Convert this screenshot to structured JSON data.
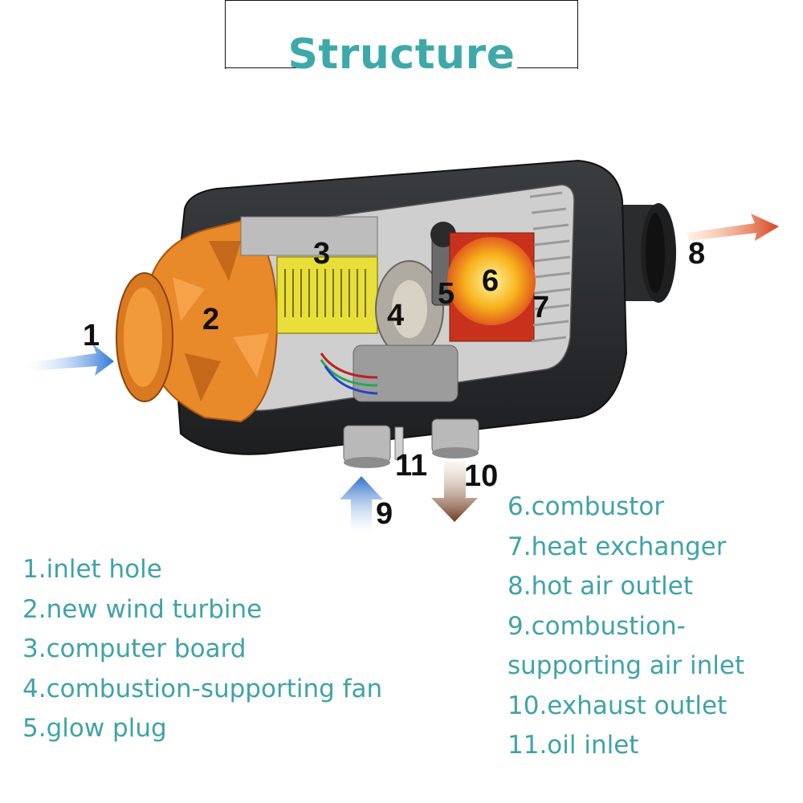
{
  "title": "Structure",
  "callouts": [
    "1",
    "2",
    "3",
    "4",
    "5",
    "6",
    "7",
    "8",
    "9",
    "10",
    "11"
  ],
  "legend_left": [
    "1.inlet hole",
    "2.new wind turbine",
    "3.computer board",
    "4.combustion-supporting fan",
    "5.glow plug"
  ],
  "legend_right": [
    "6.combustor",
    "7.heat exchanger",
    "8.hot air outlet",
    "9.combustion-",
    "supporting air inlet",
    "10.exhaust outlet",
    "11.oil inlet"
  ],
  "colors": {
    "title": "#3fa9a9",
    "legend_text": "#3fa3a8",
    "housing": "#2b2d2f",
    "turbine": "#e8892a",
    "board": "#e9df3a",
    "combustor": "#f4b820",
    "arrow_intake": "#3d7fd0",
    "arrow_hot": "#e0582a",
    "arrow_exhaust": "#7a4a30"
  }
}
